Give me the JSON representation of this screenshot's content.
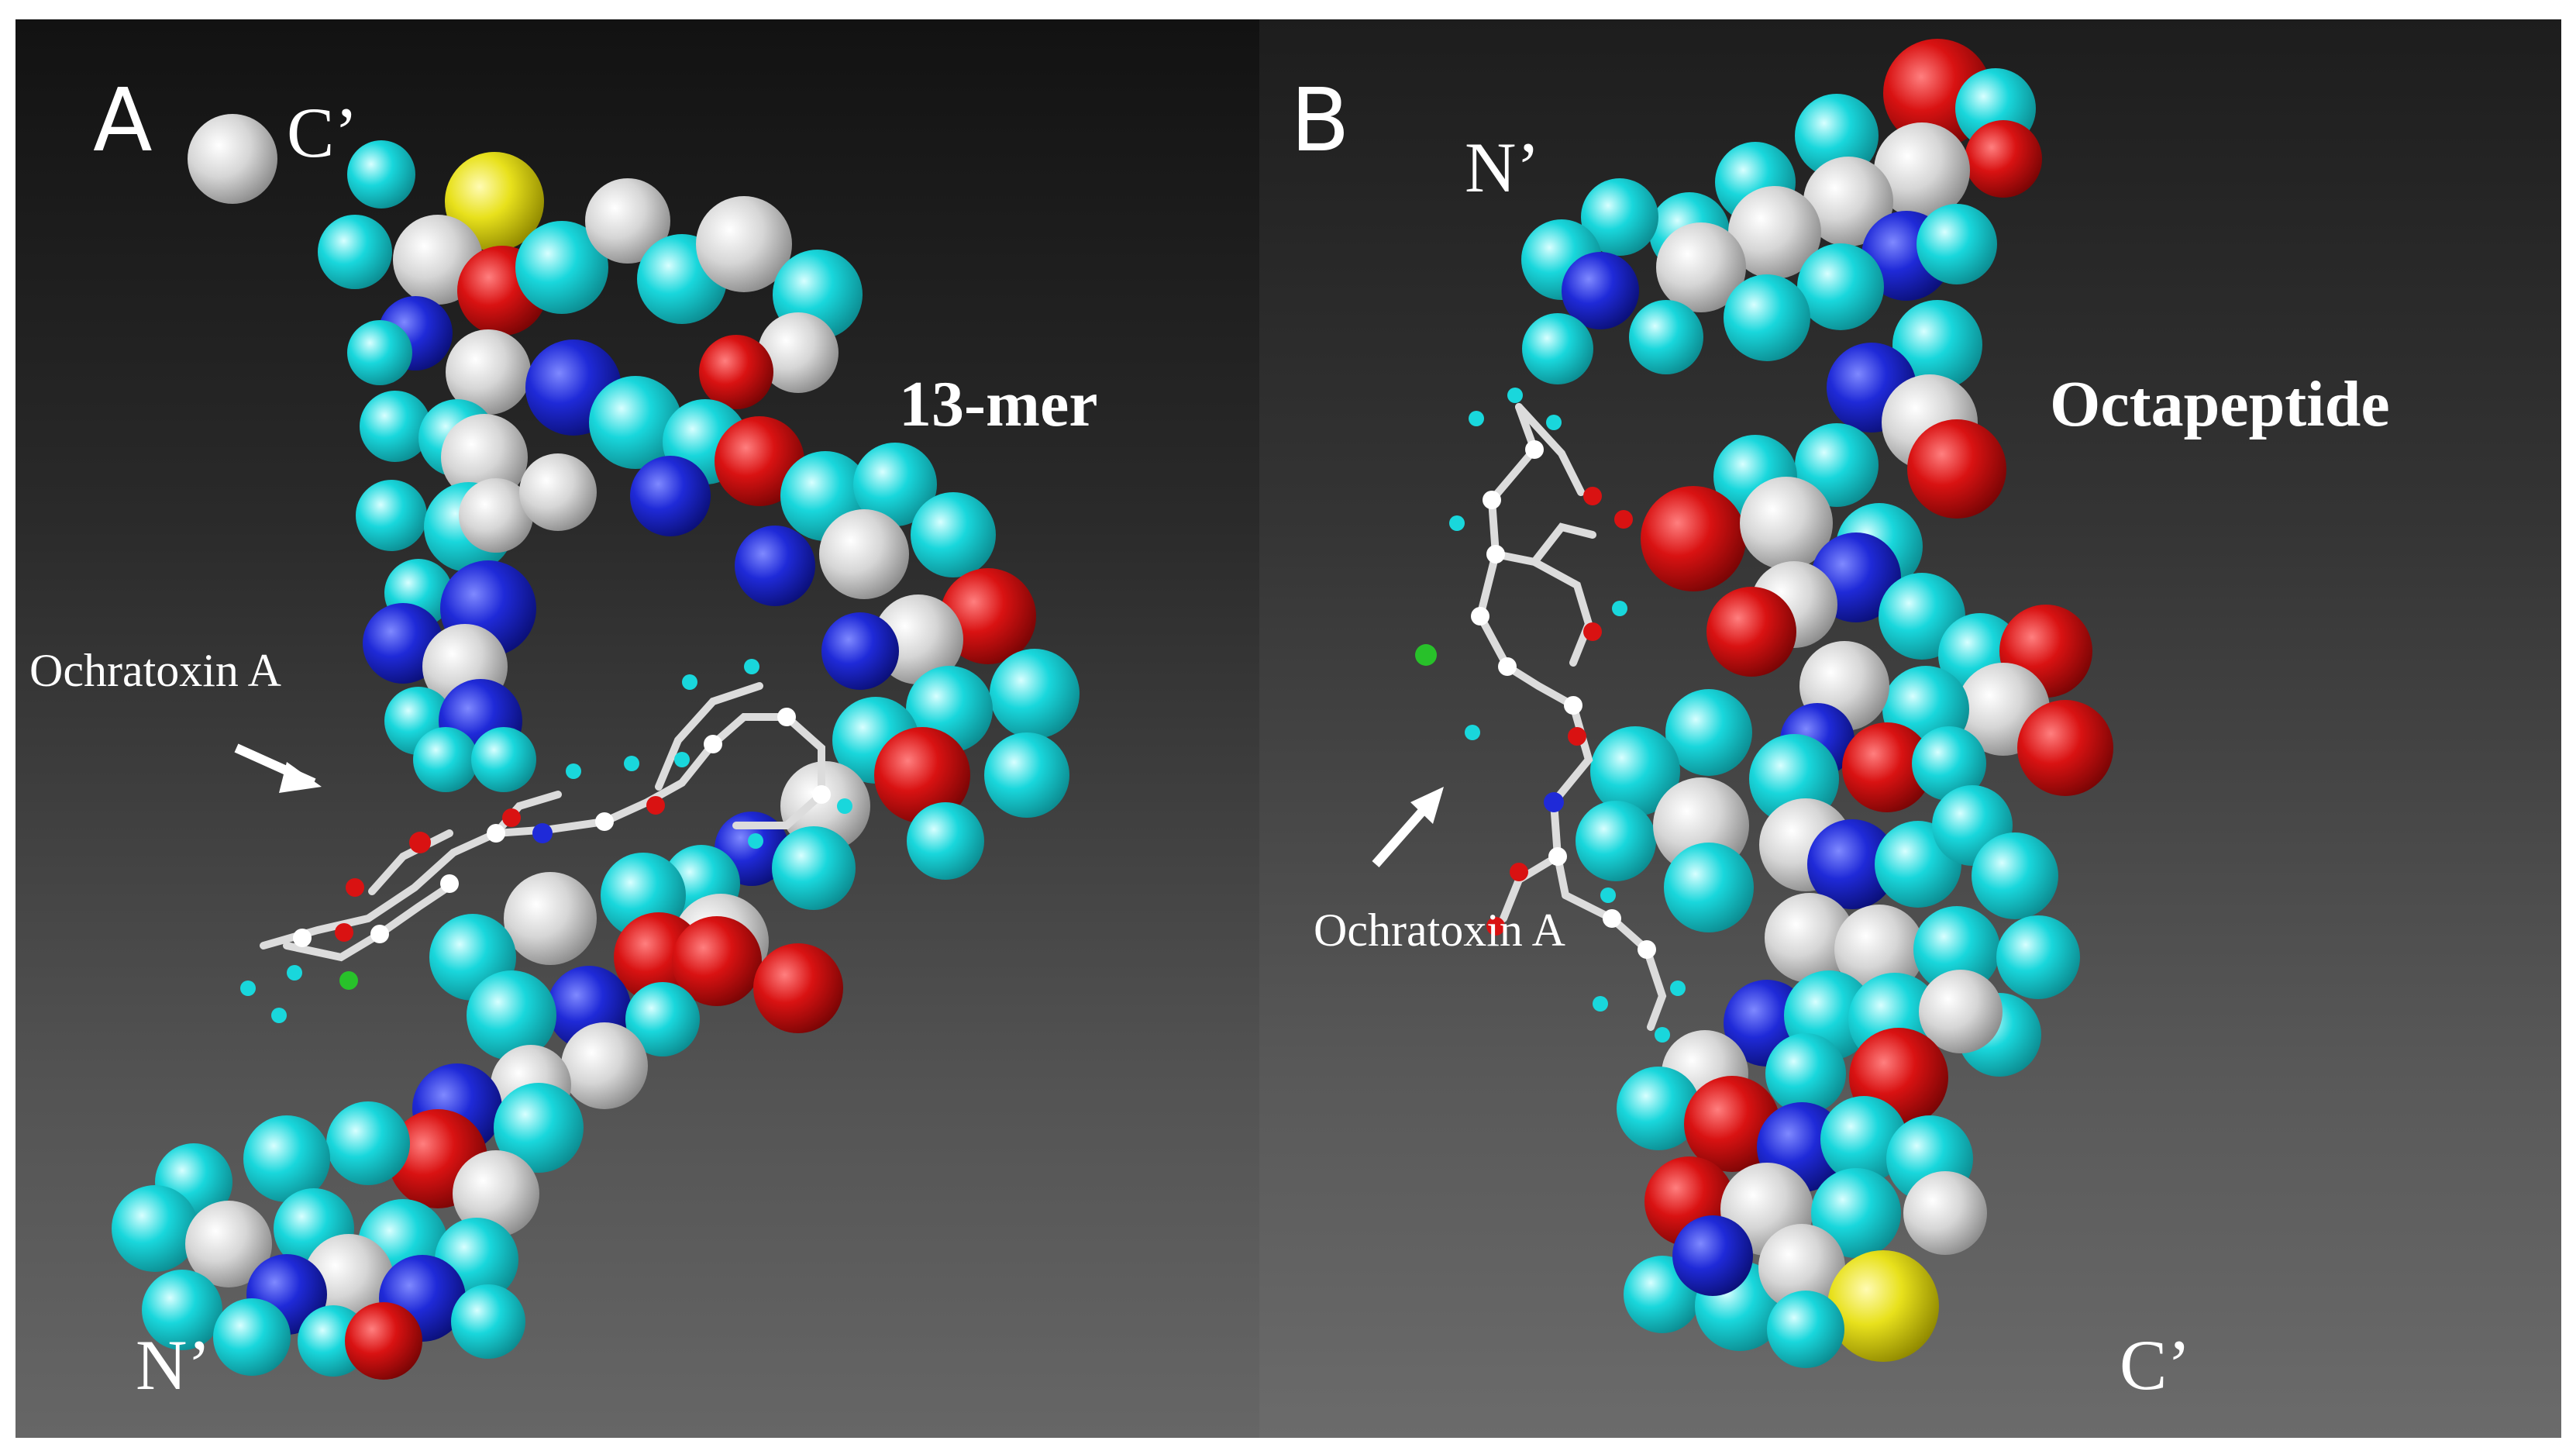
{
  "panels": {
    "a": {
      "letter": "A",
      "title": "13-mer",
      "terminus_top": "C’",
      "terminus_bottom": "N’",
      "ligand_label": "Ochratoxin A"
    },
    "b": {
      "letter": "B",
      "title": "Octapeptide",
      "terminus_top": "N’",
      "terminus_bottom": "C’",
      "ligand_label": "Ochratoxin A"
    }
  },
  "colors": {
    "hydrogen": "#19d7dc",
    "carbon": "#d6d6d6",
    "oxygen": "#d91212",
    "nitrogen": "#1f2ad8",
    "sulfur": "#e8e11c",
    "chlorine": "#28c12a",
    "arrow": "#ffffff"
  }
}
